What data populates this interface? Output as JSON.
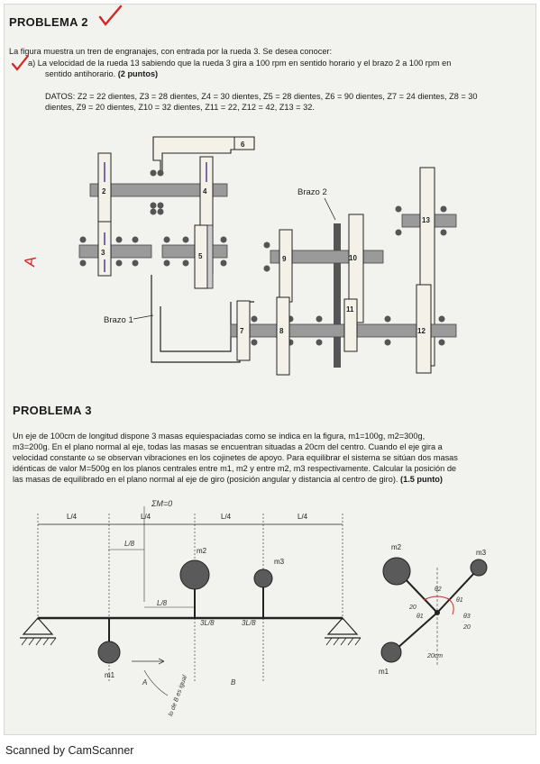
{
  "p2": {
    "title": "PROBLEMA 2",
    "intro": "La figura muestra un tren de engranajes, con entrada por la rueda 3. Se desea conocer:",
    "item_a_1": "a)   La velocidad de la rueda 13 sabiendo que la rueda 3 gira a 100 rpm en sentido horario y el brazo 2 a 100 rpm en",
    "item_a_2": "sentido antihorario.",
    "item_a_points": "(2 puntos)",
    "datos_1": "DATOS: Z2 = 22 dientes, Z3 = 28 dientes, Z4 = 30 dientes, Z5 = 28 dientes, Z6 = 90 dientes, Z7 = 24 dientes, Z8 = 30",
    "datos_2": "dientes, Z9 = 20 dientes, Z10 = 32 dientes, Z11 = 22, Z12 = 42, Z13 = 32.",
    "labels": {
      "g2": "2",
      "g3": "3",
      "g4": "4",
      "g5": "5",
      "g6": "6",
      "g7": "7",
      "g8": "8",
      "g9": "9",
      "g10": "10",
      "g11": "11",
      "g12": "12",
      "g13": "13",
      "brazo1": "Brazo 1",
      "brazo2": "Brazo 2"
    },
    "margin_note": "A"
  },
  "p3": {
    "title": "PROBLEMA 3",
    "line1": "Un eje de 100cm de longitud dispone 3 masas equiespaciadas como se indica en la figura, m1=100g, m2=300g,",
    "line2": "m3=200g. En el plano normal al eje, todas las masas se encuentran situadas a 20cm del centro. Cuando el eje gira a",
    "line3": "velocidad constante ω se observan vibraciones en los cojinetes de apoyo. Para equilibrar el sistema se sitúan dos masas",
    "line4": "idénticas de valor  M=500g en los planos centrales entre m1, m2 y entre m2, m3 respectivamente. Calcular la posición de",
    "line5": "las masas de equilibrado  en el plano normal al eje de giro (posición angular y distancia al centro de giro).",
    "points": "(1.5 punto)",
    "fig": {
      "seg1": "L/4",
      "seg2": "L/4",
      "seg3": "L/4",
      "seg4": "L/4",
      "m1": "m1",
      "m2": "m2",
      "m3": "m3",
      "r_m1": "m1",
      "r_m2": "m2",
      "r_m3": "m3"
    },
    "hand": {
      "sumM": "ΣM=0",
      "l8a": "L/8",
      "l8b": "L/8",
      "l8c": "3L/8",
      "l8d": "3L/8",
      "A": "A",
      "B": "B",
      "note": "lo de B es igual",
      "r20a": "20",
      "r20b": "20",
      "r20c": "20cm",
      "th1": "θ1",
      "th2": "θ2",
      "th3": "θ3",
      "th4": "θ1"
    }
  },
  "footer": "Scanned by CamScanner",
  "colors": {
    "paper": "#f2f2ee",
    "ink": "#1a1a1a",
    "red": "#d62424",
    "gear": "#f4f1e8",
    "shaft": "#9a9a9a",
    "bearing": "#555"
  }
}
